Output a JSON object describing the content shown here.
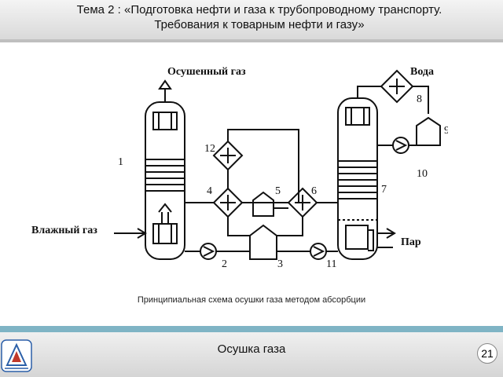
{
  "header": {
    "title_line1": "Тема 2 : «Подготовка нефти и газа к трубопроводному транспорту.",
    "title_line2": "Требования к товарным нефти и газу»"
  },
  "diagram": {
    "labels": {
      "dried_gas": "Осушенный газ",
      "water": "Вода",
      "wet_gas": "Влажный газ",
      "steam": "Пар"
    },
    "numbers": [
      "1",
      "2",
      "3",
      "4",
      "5",
      "6",
      "7",
      "8",
      "9",
      "10",
      "11",
      "12"
    ]
  },
  "caption": "Принципиальная схема осушки газа методом абсорбции",
  "footer": {
    "title": "Осушка газа",
    "page_number": "21"
  },
  "colors": {
    "footer_strip": "#7fb4c5",
    "logo_blue": "#2b5fa8",
    "logo_red": "#c0392b"
  }
}
